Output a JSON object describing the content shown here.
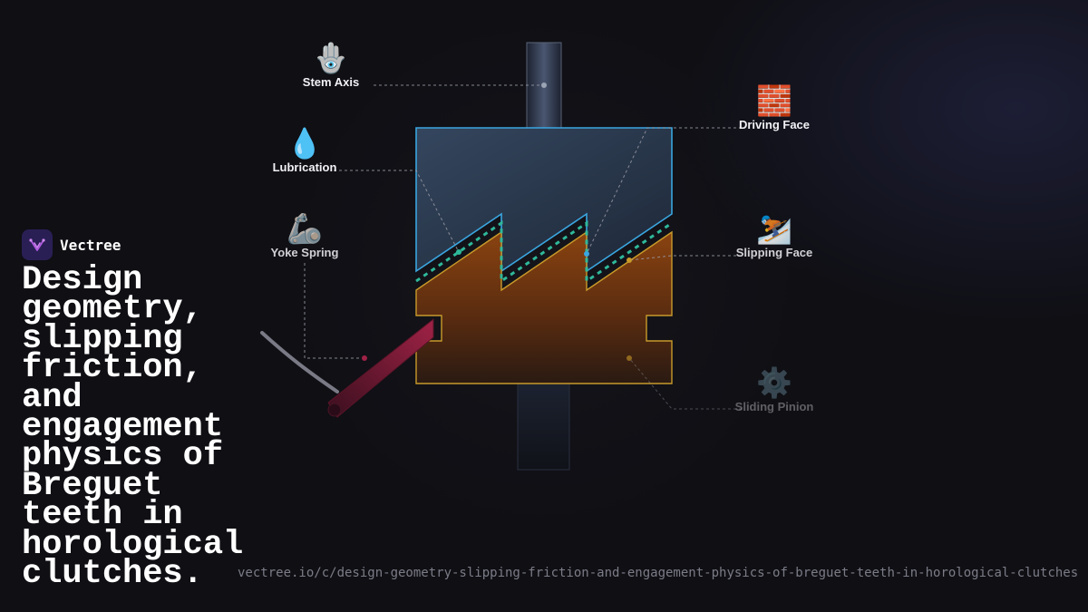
{
  "brand": {
    "name": "Vectree"
  },
  "headline": "Design geometry, slipping friction, and engagement physics of Breguet teeth in horological clutches.",
  "url": "vectree.io/c/design-geometry-slipping-friction-and-engagement-physics-of-breguet-teeth-in-horological-clutches",
  "labels": {
    "stem_axis": {
      "text": "Stem Axis",
      "emoji": "🪬",
      "icon": "hamsa-icon"
    },
    "driving_face": {
      "text": "Driving Face",
      "emoji": "🧱",
      "icon": "brick-icon"
    },
    "lubrication": {
      "text": "Lubrication",
      "emoji": "💧",
      "icon": "droplet-icon"
    },
    "yoke_spring": {
      "text": "Yoke Spring",
      "emoji": "🦾",
      "icon": "mechanical-arm-icon"
    },
    "slipping_face": {
      "text": "Slipping Face",
      "emoji": "⛷️",
      "icon": "skier-icon"
    },
    "sliding_pinion": {
      "text": "Sliding Pinion",
      "emoji": "⚙️",
      "icon": "gear-icon"
    }
  },
  "colors": {
    "background": "#0f0f14",
    "driving_wheel_stroke": "#3aa6e0",
    "sliding_pinion_fill": "#8a4310",
    "sliding_pinion_stroke": "#c89a2a",
    "contact_line": "#2fb89a",
    "yoke_lever": "#8a1d3c",
    "leader_line": "#9a9aa6",
    "url_text": "#7c7c88"
  }
}
